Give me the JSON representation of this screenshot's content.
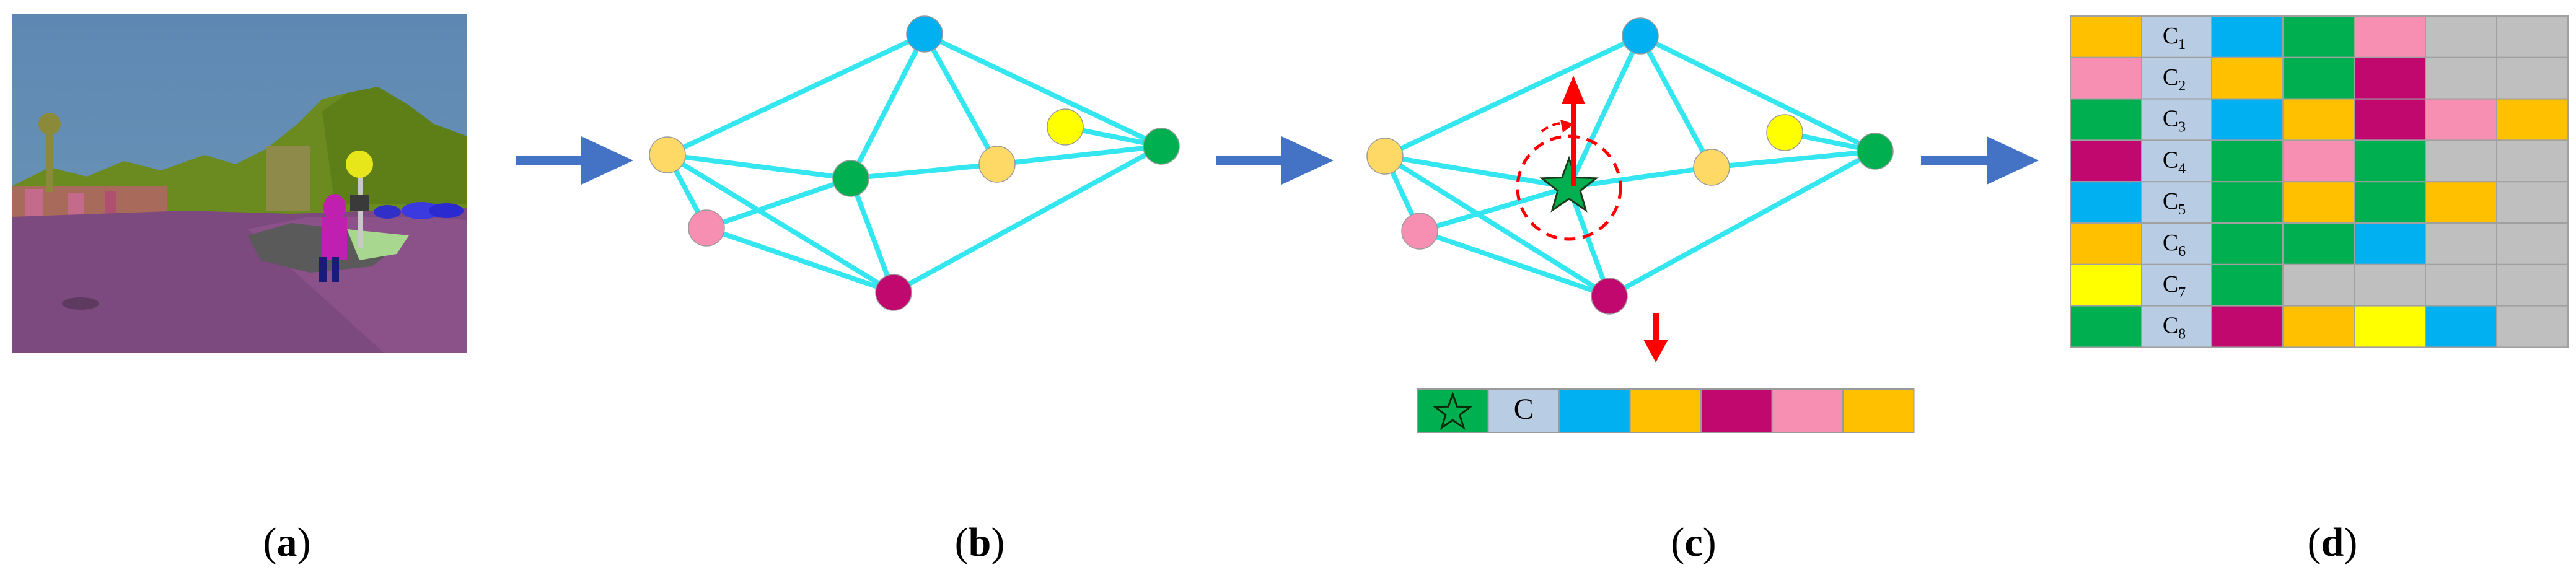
{
  "colors": {
    "edge": "#33e6f0",
    "arrow": "#4472c4",
    "red": "#ff0000",
    "cellBg": "#b8cce4",
    "gray": "#bfbfbf",
    "palette": {
      "blue": "#00b0f0",
      "green": "#00b050",
      "pink": "#f78fb3",
      "magenta": "#c0086f",
      "orange": "#ffc000",
      "yellow": "#ffff00",
      "lightOrange": "#ffd966"
    }
  },
  "panels": {
    "a": {
      "caption_open": "(",
      "caption_letter": "a",
      "caption_close": ")"
    },
    "b": {
      "caption_open": "(",
      "caption_letter": "b",
      "caption_close": ")"
    },
    "c": {
      "caption_open": "(",
      "caption_letter": "c",
      "caption_close": ")",
      "query_label": "C"
    },
    "d": {
      "caption_open": "(",
      "caption_letter": "d",
      "caption_close": ")"
    }
  },
  "graph_b": {
    "nodes": [
      {
        "id": "top",
        "color": "blue"
      },
      {
        "id": "left",
        "color": "lightOrange"
      },
      {
        "id": "pink",
        "color": "pink"
      },
      {
        "id": "center",
        "color": "green"
      },
      {
        "id": "bottom",
        "color": "magenta"
      },
      {
        "id": "mid",
        "color": "lightOrange"
      },
      {
        "id": "yellow",
        "color": "yellow"
      },
      {
        "id": "right",
        "color": "green"
      }
    ]
  },
  "graph_c": {
    "nodes": [
      {
        "id": "top",
        "color": "blue"
      },
      {
        "id": "left",
        "color": "lightOrange"
      },
      {
        "id": "pink",
        "color": "pink"
      },
      {
        "id": "bottom",
        "color": "magenta"
      },
      {
        "id": "mid",
        "color": "lightOrange"
      },
      {
        "id": "yellow",
        "color": "yellow"
      },
      {
        "id": "right",
        "color": "green"
      }
    ],
    "query_row": [
      "star",
      "label",
      "blue",
      "orange",
      "magenta",
      "pink",
      "orange"
    ]
  },
  "table_d": {
    "rows": [
      {
        "label": "C",
        "sub": "1",
        "first": "orange",
        "cells": [
          "blue",
          "green",
          "pink",
          "gray",
          "gray"
        ]
      },
      {
        "label": "C",
        "sub": "2",
        "first": "pink",
        "cells": [
          "orange",
          "green",
          "magenta",
          "gray",
          "gray"
        ]
      },
      {
        "label": "C",
        "sub": "3",
        "first": "green",
        "cells": [
          "blue",
          "orange",
          "magenta",
          "pink",
          "orange"
        ]
      },
      {
        "label": "C",
        "sub": "4",
        "first": "magenta",
        "cells": [
          "green",
          "pink",
          "green",
          "gray",
          "gray"
        ]
      },
      {
        "label": "C",
        "sub": "5",
        "first": "blue",
        "cells": [
          "green",
          "orange",
          "green",
          "orange",
          "gray"
        ]
      },
      {
        "label": "C",
        "sub": "6",
        "first": "orange",
        "cells": [
          "green",
          "green",
          "blue",
          "gray",
          "gray"
        ]
      },
      {
        "label": "C",
        "sub": "7",
        "first": "yellow",
        "cells": [
          "green",
          "gray",
          "gray",
          "gray",
          "gray"
        ]
      },
      {
        "label": "C",
        "sub": "8",
        "first": "green",
        "cells": [
          "magenta",
          "orange",
          "yellow",
          "blue",
          "gray"
        ]
      }
    ]
  }
}
